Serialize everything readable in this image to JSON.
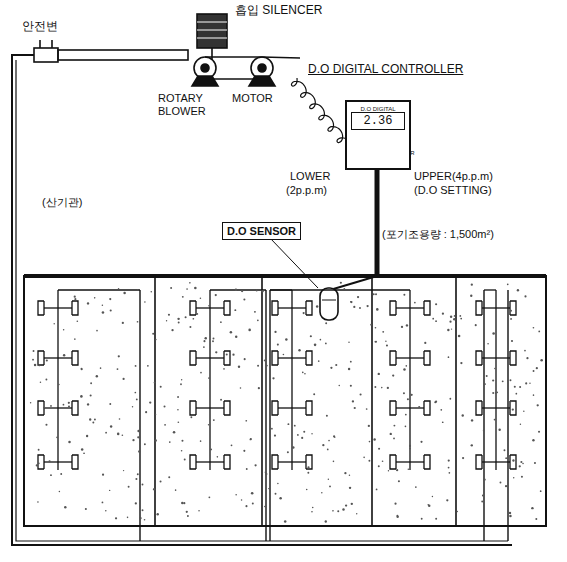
{
  "diagram": {
    "nodes": [
      {
        "text": [
          "D.O DIGITAL",
          "2.36"
        ]
      },
      {
        "text": [
          "D.O SENSOR"
        ]
      }
    ],
    "labels": [
      "흡입 SILENCER",
      "안전변",
      "ROTARY BLOWER",
      "MOTOR",
      "D.O DIGITAL CONTROLLER",
      "LOWER",
      "UPPER",
      "LOWER",
      "(2p.p.m)",
      "UPPER(4p.p.m)",
      "(D.O SETTING)",
      "(산기관)",
      "(포기조용량 : 1,500m²)"
    ]
  }
}
